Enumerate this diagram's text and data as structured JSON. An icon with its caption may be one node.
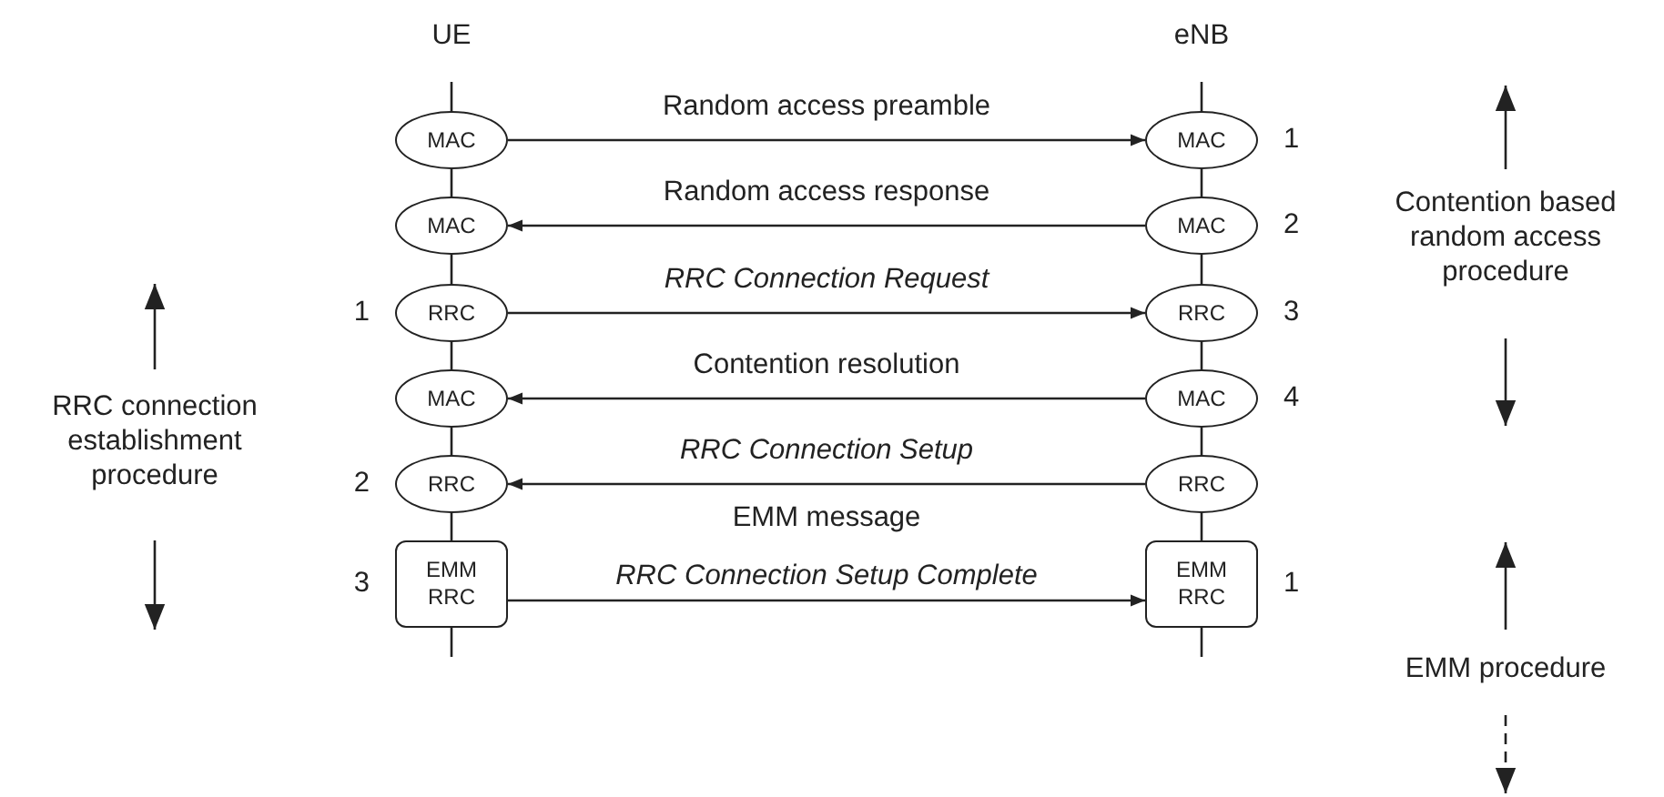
{
  "diagram": {
    "nodes": [
      {
        "text": [
          "MAC"
        ]
      },
      {
        "text": [
          "MAC"
        ],
        "beside": [
          "1"
        ]
      },
      {
        "text": [
          "MAC"
        ]
      },
      {
        "text": [
          "MAC"
        ],
        "beside": [
          "2"
        ]
      },
      {
        "text": [
          "RRC"
        ],
        "beside": [
          "1"
        ]
      },
      {
        "text": [
          "RRC"
        ],
        "beside": [
          "3"
        ]
      },
      {
        "text": [
          "MAC"
        ]
      },
      {
        "text": [
          "MAC"
        ],
        "beside": [
          "4"
        ]
      },
      {
        "text": [
          "RRC"
        ],
        "beside": [
          "2"
        ]
      },
      {
        "text": [
          "RRC"
        ]
      },
      {
        "text": [
          "EMM",
          "RRC"
        ],
        "beside": [
          "3"
        ]
      },
      {
        "text": [
          "EMM",
          "RRC"
        ],
        "beside": [
          "1"
        ]
      }
    ],
    "edges": [
      {
        "from": 0,
        "to": 1,
        "arrow": "to",
        "label": "Random access preamble"
      },
      {
        "from": 3,
        "to": 2,
        "arrow": "to",
        "label": "Random access response"
      },
      {
        "from": 4,
        "to": 5,
        "arrow": "to",
        "label": "RRC Connection Request"
      },
      {
        "from": 7,
        "to": 6,
        "arrow": "to",
        "label": "Contention resolution"
      },
      {
        "from": 9,
        "to": 8,
        "arrow": "to",
        "label": "RRC Connection Setup"
      },
      {
        "from": 10,
        "to": 11,
        "arrow": "to",
        "label": "RRC Connection Setup Complete"
      },
      {
        "from": 0,
        "to": 2,
        "arrow": "none"
      },
      {
        "from": 2,
        "to": 4,
        "arrow": "none"
      },
      {
        "from": 4,
        "to": 6,
        "arrow": "none"
      },
      {
        "from": 6,
        "to": 8,
        "arrow": "none"
      },
      {
        "from": 8,
        "to": 10,
        "arrow": "none"
      },
      {
        "from": 1,
        "to": 3,
        "arrow": "none"
      },
      {
        "from": 3,
        "to": 5,
        "arrow": "none"
      },
      {
        "from": 5,
        "to": 7,
        "arrow": "none"
      },
      {
        "from": 7,
        "to": 9,
        "arrow": "none"
      },
      {
        "from": 9,
        "to": 11,
        "arrow": "none"
      }
    ],
    "labels": [
      "UE",
      "eNB",
      "Contention based random access procedure",
      "RRC connection establishment procedure",
      "EMM message",
      "EMM procedure"
    ]
  }
}
